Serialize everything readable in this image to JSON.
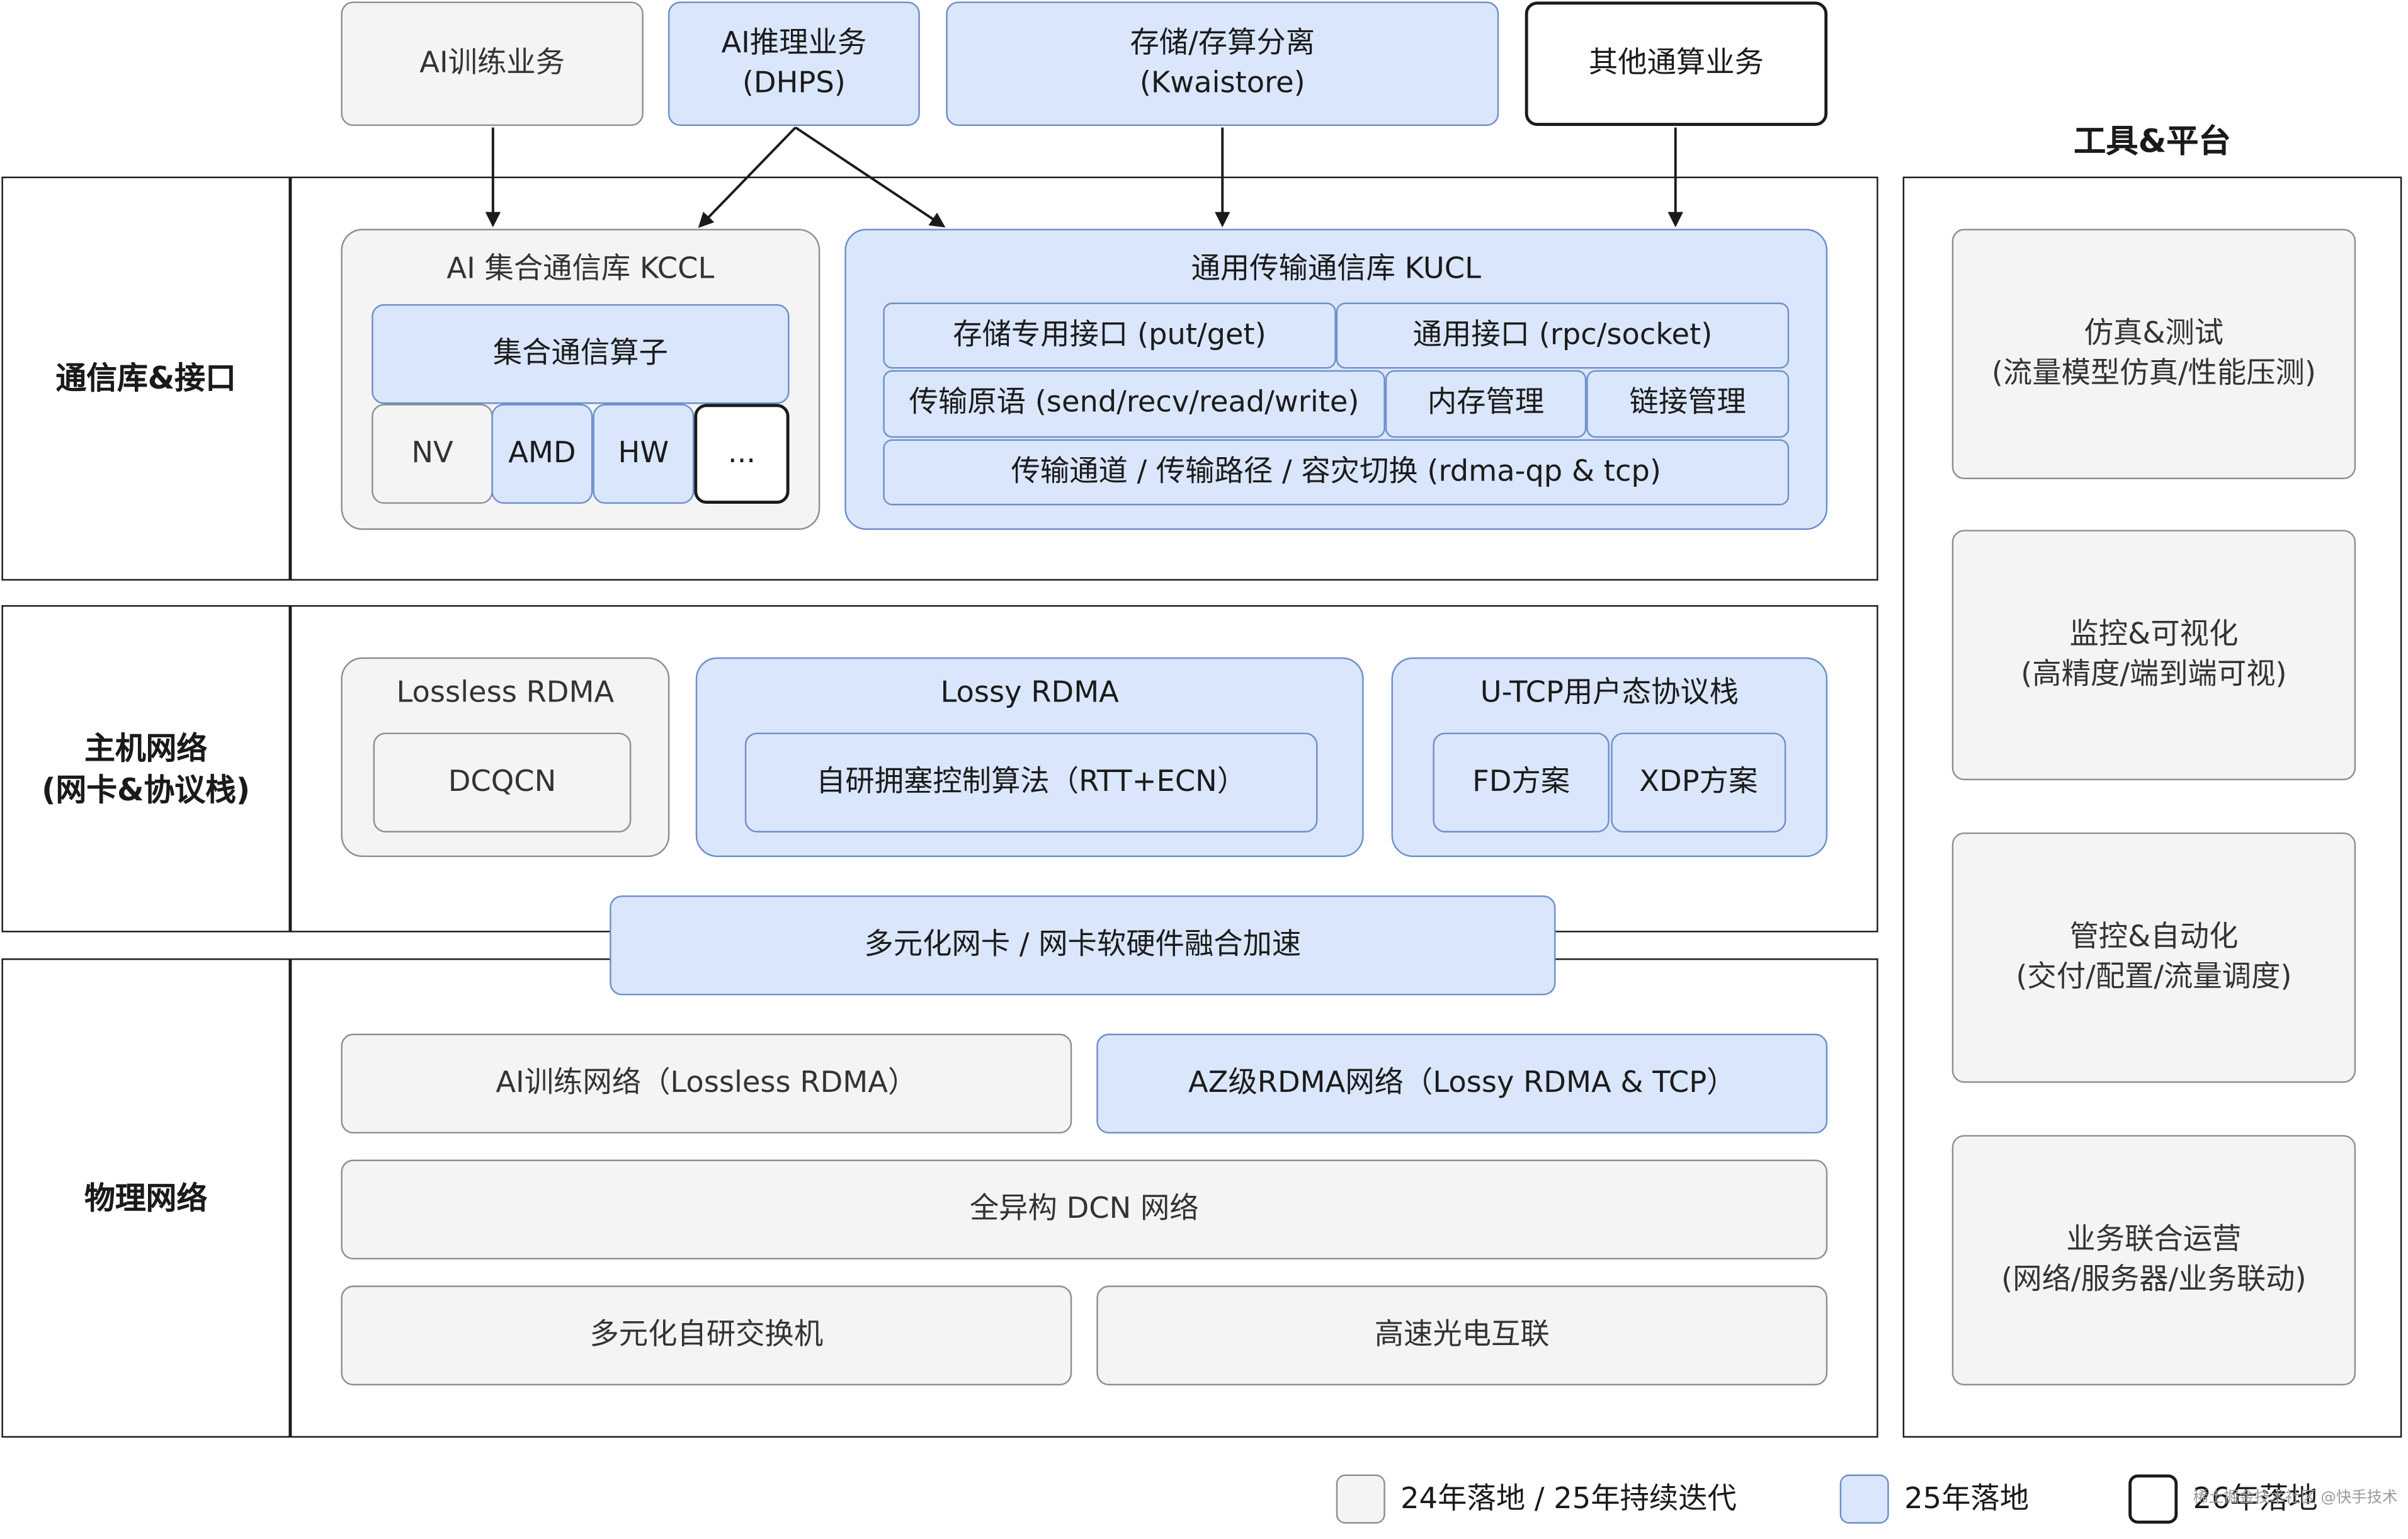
{
  "top_services": [
    {
      "label": "AI训练业务",
      "status": "gray"
    },
    {
      "label": "AI推理业务\n(DHPS)",
      "status": "blue"
    },
    {
      "label": "存储/存算分离\n(Kwaistore)",
      "status": "blue"
    },
    {
      "label": "其他通算业务",
      "status": "white"
    }
  ],
  "layers": {
    "comm": {
      "label": "通信库&接口",
      "kccl": {
        "title": "AI 集合通信库 KCCL",
        "operator": "集合通信算子",
        "backends": [
          {
            "label": "NV",
            "status": "gray"
          },
          {
            "label": "AMD",
            "status": "blue"
          },
          {
            "label": "HW",
            "status": "blue"
          },
          {
            "label": "...",
            "status": "white"
          }
        ]
      },
      "kucl": {
        "title": "通用传输通信库 KUCL",
        "storage_api": "存储专用接口 (put/get)",
        "general_api": "通用接口 (rpc/socket)",
        "primitives": "传输原语 (send/recv/read/write)",
        "memory_mgmt": "内存管理",
        "link_mgmt": "链接管理",
        "channel": "传输通道 / 传输路径 / 容灾切换 (rdma-qp & tcp)"
      }
    },
    "host": {
      "label": "主机网络\n(网卡&协议栈)",
      "lossless": {
        "title": "Lossless RDMA",
        "algo": "DCQCN"
      },
      "lossy": {
        "title": "Lossy RDMA",
        "algo": "自研拥塞控制算法（RTT+ECN）"
      },
      "utcp": {
        "title": "U-TCP用户态协议栈",
        "fd": "FD方案",
        "xdp": "XDP方案"
      },
      "nic": "多元化网卡 / 网卡软硬件融合加速"
    },
    "physical": {
      "label": "物理网络",
      "ai_net": "AI训练网络（Lossless RDMA）",
      "az_net": "AZ级RDMA网络（Lossy RDMA & TCP）",
      "dcn": "全异构 DCN 网络",
      "switch": "多元化自研交换机",
      "optical": "高速光电互联"
    }
  },
  "tools": {
    "title": "工具&平台",
    "items": [
      "仿真&测试\n(流量模型仿真/性能压测)",
      "监控&可视化\n(高精度/端到端可视)",
      "管控&自动化\n(交付/配置/流量调度)",
      "业务联合运营\n(网络/服务器/业务联动)"
    ]
  },
  "legend": [
    {
      "label": "24年落地 / 25年持续迭代",
      "color": "#f4f4f4"
    },
    {
      "label": "25年落地",
      "color": "#dae6fb"
    },
    {
      "label": "26年落地",
      "color": "#ffffff"
    }
  ],
  "watermark": "稀土掘金技术社区 @快手技术",
  "colors": {
    "gray": "#f4f4f4",
    "blue": "#dae6fb",
    "white": "#ffffff",
    "border_blue": "#6d8fc9"
  }
}
